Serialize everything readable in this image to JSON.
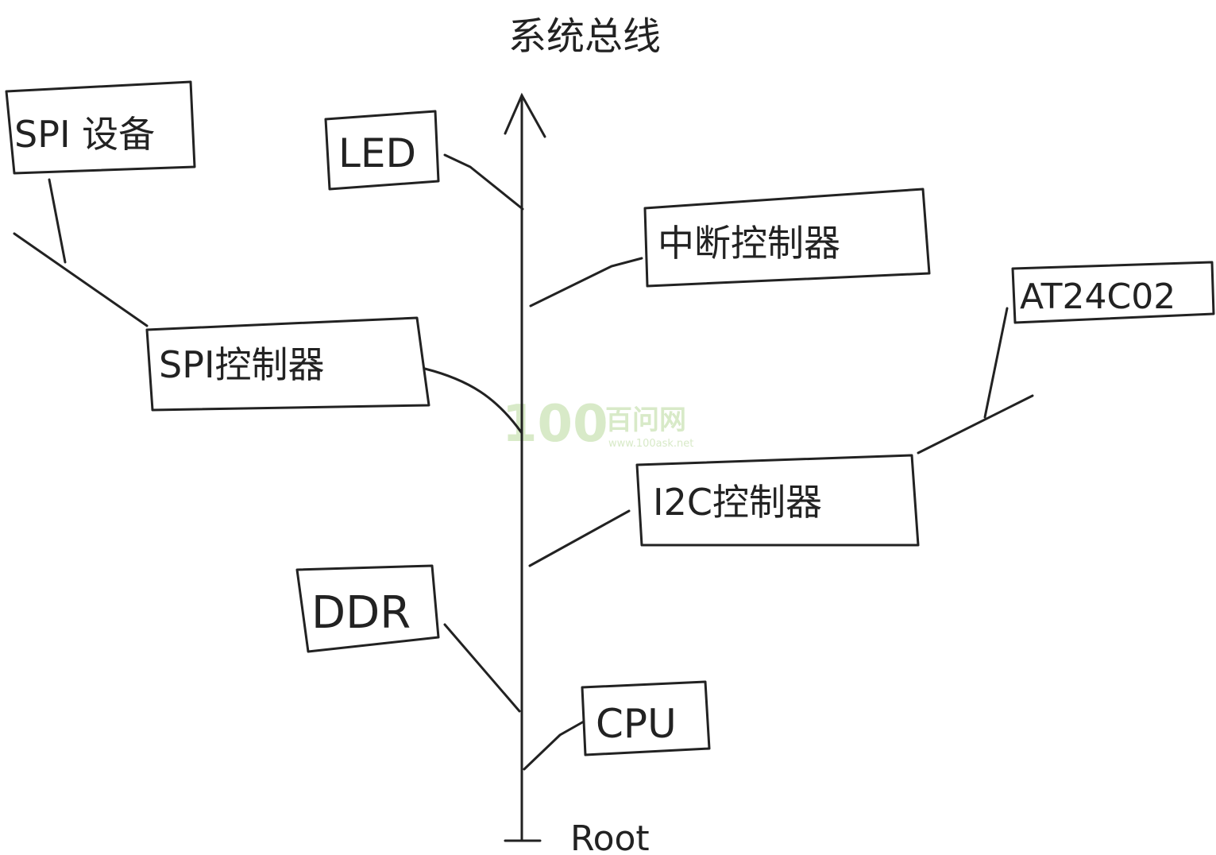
{
  "diagram": {
    "title": "系统总线",
    "root_label": "Root",
    "nodes": {
      "spi_device": "SPI 设备",
      "led": "LED",
      "interrupt_controller": "中断控制器",
      "at24c02": "AT24C02",
      "spi_controller": "SPI控制器",
      "i2c_controller": "I2C控制器",
      "ddr": "DDR",
      "cpu": "CPU"
    }
  },
  "watermark": {
    "logo_text": "100",
    "brand": "百问网",
    "url": "www.100ask.net"
  }
}
